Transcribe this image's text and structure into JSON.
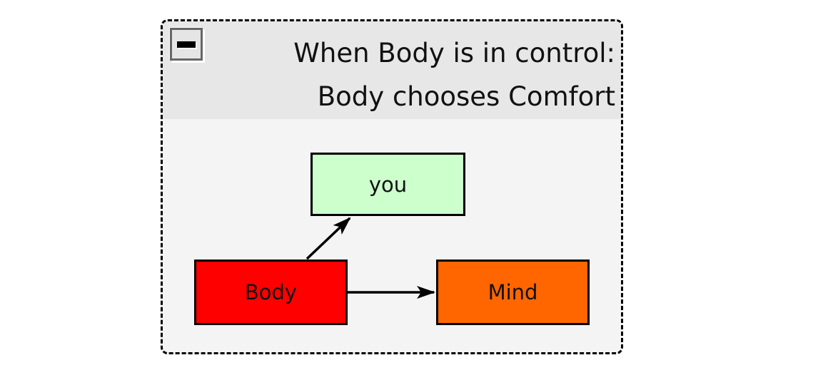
{
  "header": {
    "collapse_icon": "minus-icon",
    "title_line1": "When Body is in control:",
    "title_line2": "Body chooses Comfort"
  },
  "diagram": {
    "nodes": {
      "you": {
        "label": "you",
        "fill": "#ccffcc"
      },
      "body": {
        "label": "Body",
        "fill": "#ff0000"
      },
      "mind": {
        "label": "Mind",
        "fill": "#ff6600"
      }
    },
    "edges": [
      {
        "from": "Body",
        "to": "you"
      },
      {
        "from": "Body",
        "to": "Mind"
      }
    ]
  },
  "colors": {
    "panel_background": "#f4f4f4",
    "header_background": "#e7e7e7",
    "border": "#000000"
  }
}
